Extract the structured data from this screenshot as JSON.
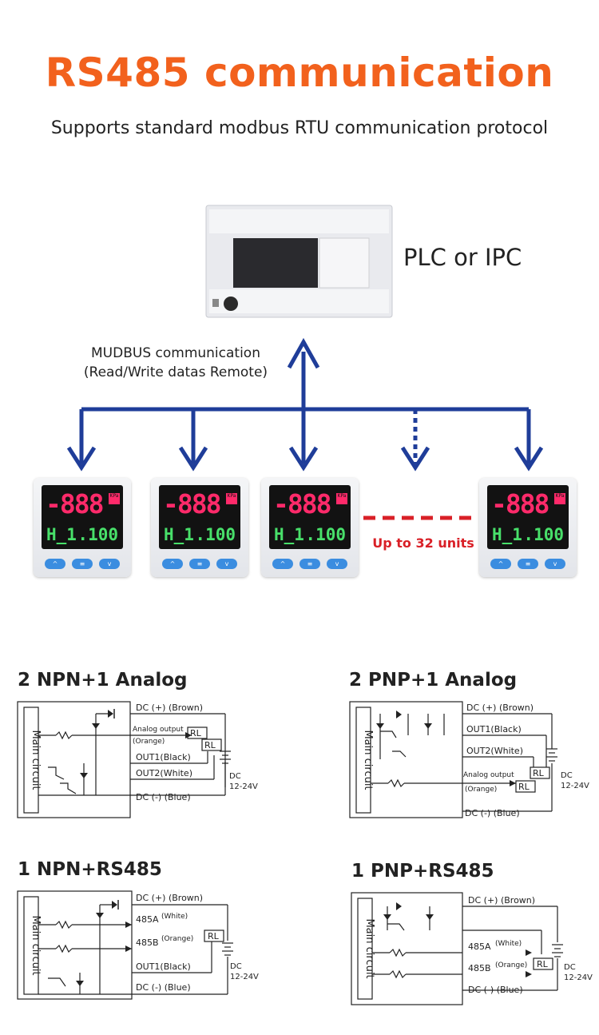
{
  "header": {
    "title": "RS485 communication",
    "subtitle": "Supports standard modbus RTU communication protocol"
  },
  "topology": {
    "plc_label": "PLC or IPC",
    "modbus_line1": "MUDBUS communication",
    "modbus_line2": "(Read/Write datas Remote)",
    "units_label": "Up to 32 units",
    "line_color": "#1f3d99",
    "dash_color": "#d92027"
  },
  "sensor_display": {
    "main": "-888",
    "unit": "KPa",
    "channel": "H_1",
    "value": ".100",
    "buttons": [
      "^",
      "≡",
      "v"
    ]
  },
  "wiring": [
    {
      "title": "2 NPN+1 Analog",
      "main_circuit": "Main circuit",
      "labels": {
        "dc_plus": "DC (+) (Brown)",
        "analog1": "Analog output",
        "analog2": "(Orange)",
        "out1": "OUT1(Black)",
        "out2": "OUT2(White)",
        "dc_minus": "DC (-) (Blue)",
        "dc": "DC",
        "volt": "12-24V",
        "rl": "RL"
      }
    },
    {
      "title": "2 PNP+1 Analog",
      "main_circuit": "Main circuit",
      "labels": {
        "dc_plus": "DC (+) (Brown)",
        "out1": "OUT1(Black)",
        "out2": "OUT2(White)",
        "analog1": "Analog output",
        "analog2": "(Orange)",
        "dc_minus": "DC (-) (Blue)",
        "dc": "DC",
        "volt": "12-24V",
        "rl": "RL"
      }
    },
    {
      "title": "1 NPN+RS485",
      "main_circuit": "Main circuit",
      "labels": {
        "dc_plus": "DC (+) (Brown)",
        "a485": "485A",
        "a485c": "(White)",
        "b485": "485B",
        "b485c": "(Orange)",
        "out1": "OUT1(Black)",
        "dc_minus": "DC (-) (Blue)",
        "dc": "DC",
        "volt": "12-24V",
        "rl": "RL"
      }
    },
    {
      "title": "1 PNP+RS485",
      "main_circuit": "Main circuit",
      "labels": {
        "dc_plus": "DC (+) (Brown)",
        "a485": "485A",
        "a485c": "(White)",
        "b485": "485B",
        "b485c": "(Orange)",
        "dc_minus": "DC (-) (Blue)",
        "dc": "DC",
        "volt": "12-24V",
        "rl": "RL"
      }
    }
  ]
}
